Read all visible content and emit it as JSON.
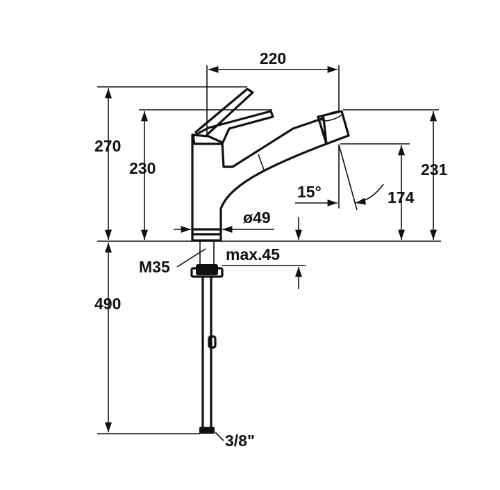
{
  "dimensions": {
    "width_220": "220",
    "height_270": "270",
    "height_230": "230",
    "height_231": "231",
    "height_174": "174",
    "height_490": "490",
    "angle_15": "15°",
    "diameter_49": "ø49",
    "thread_m35": "M35",
    "max_45": "max.45",
    "connection_3_8": "3/8\""
  },
  "colors": {
    "ink": "#111111",
    "paper": "#ffffff"
  }
}
